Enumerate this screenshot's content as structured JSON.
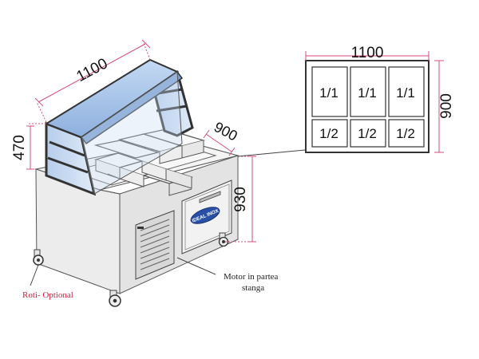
{
  "dimensions": {
    "width_label": "1100",
    "depth_label": "900",
    "top_height_label": "470",
    "height_label": "930"
  },
  "plan": {
    "width_label": "1100",
    "depth_label": "900",
    "pans_top": [
      "1/1",
      "1/1",
      "1/1"
    ],
    "pans_bottom": [
      "1/2",
      "1/2",
      "1/2"
    ]
  },
  "brand_badge": "IDEAL INOX",
  "annotations": {
    "wheels": "Roti- Optional",
    "motor_line1": "Motor in  partea",
    "motor_line2": "stanga"
  },
  "colors": {
    "dimension_line": "#d84b7a",
    "annotation_text": "#d4213a",
    "glass": "#9fc0e8",
    "badge": "#2a4fa6",
    "steel": "#eaeaea",
    "frame": "#444444"
  }
}
